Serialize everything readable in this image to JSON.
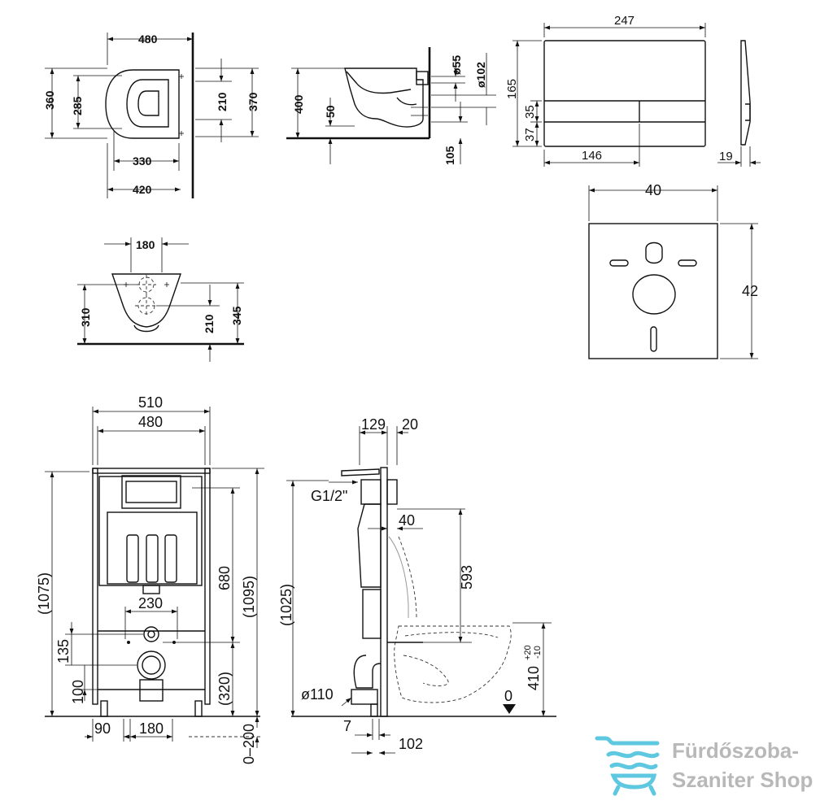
{
  "logo": {
    "line1": "Fürdőszoba-",
    "line2": "Szaniter Shop",
    "color": "#5ec8e0"
  },
  "views": {
    "toilet_top": {
      "dims": [
        "480",
        "360",
        "285",
        "210",
        "370",
        "330",
        "420"
      ]
    },
    "toilet_side": {
      "dims": [
        "400",
        "50",
        "ø55",
        "ø102",
        "105"
      ]
    },
    "flush_plate": {
      "dims": [
        "247",
        "165",
        "35",
        "37",
        "146",
        "19"
      ]
    },
    "bowl_front": {
      "dims": [
        "180",
        "310",
        "210",
        "345"
      ]
    },
    "insulation_pad": {
      "dims": [
        "40",
        "42"
      ]
    },
    "frame_front": {
      "dims": [
        "510",
        "480",
        "(1075)",
        "680",
        "(1095)",
        "230",
        "135",
        "100",
        "(320)",
        "90",
        "180",
        "0–200"
      ]
    },
    "frame_side": {
      "dims": [
        "129",
        "20",
        "G1/2\"",
        "40",
        "(1025)",
        "593",
        "410",
        "+20",
        "-10",
        "ø110",
        "0",
        "7",
        "102"
      ]
    }
  }
}
